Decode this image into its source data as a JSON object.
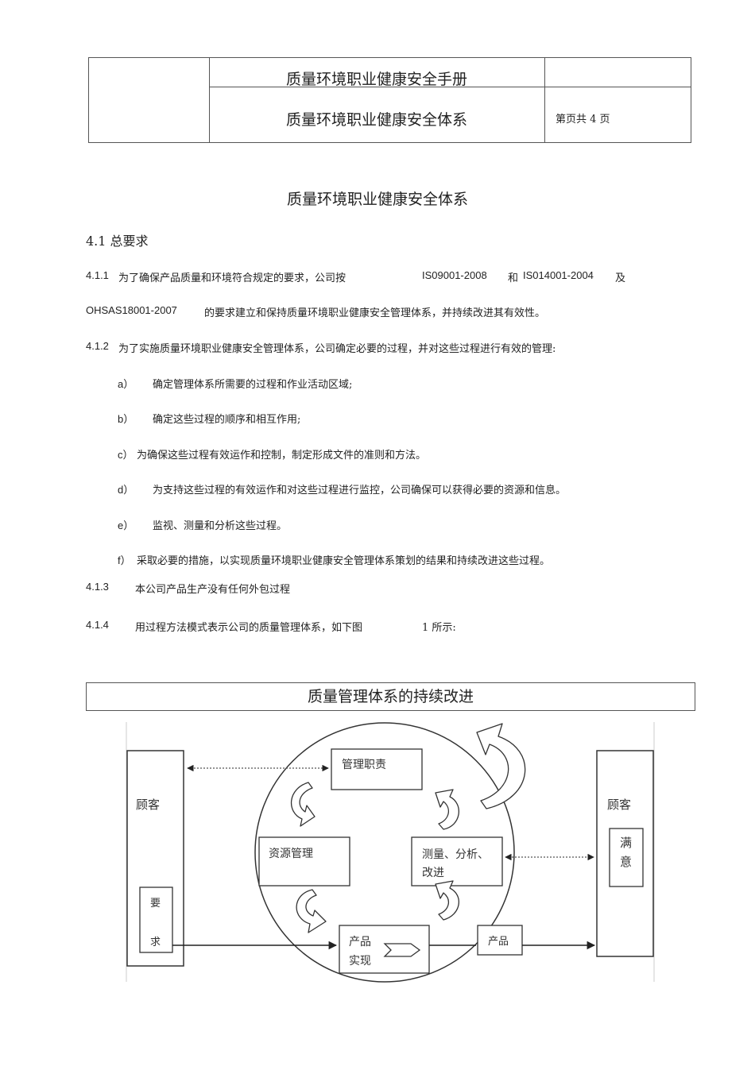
{
  "header": {
    "manual_title": "质量环境职业健康安全手册",
    "system_title": "质量环境职业健康安全体系",
    "page_info": "第页共  4 页"
  },
  "doc_title": "质量环境职业健康安全体系",
  "section_4_1": "4.1 总要求",
  "p_4_1_1": {
    "num": "4.1.1",
    "text_a": "为了确保产品质量和环境符合规定的要求，公司按",
    "std1": "IS09001-2008",
    "conj1": "和",
    "std2": "IS014001-2004",
    "conj2": "及",
    "std3": "OHSAS18001-2007",
    "text_b": "的要求建立和保持质量环境职业健康安全管理体系，并持续改进其有效性。"
  },
  "p_4_1_2": {
    "num": "4.1.2",
    "text": "为了实施质量环境职业健康安全管理体系，公司确定必要的过程，并对这些过程进行有效的管理:"
  },
  "list": [
    {
      "marker": "a）",
      "text": "确定管理体系所需要的过程和作业活动区域;"
    },
    {
      "marker": "b）",
      "text": "确定这些过程的顺序和相互作用;"
    },
    {
      "marker": "c）",
      "text": "为确保这些过程有效运作和控制，制定形成文件的准则和方法。"
    },
    {
      "marker": "d）",
      "text": "为支持这些过程的有效运作和对这些过程进行监控，公司确保可以获得必要的资源和信息。"
    },
    {
      "marker": "e）",
      "text": "监视、测量和分析这些过程。"
    },
    {
      "marker": "f）",
      "text": "采取必要的措施，以实现质量环境职业健康安全管理体系策划的结果和持续改进这些过程。"
    }
  ],
  "p_4_1_3": {
    "num": "4.1.3",
    "text": "本公司产品生产没有任何外包过程"
  },
  "p_4_1_4": {
    "num": "4.1.4",
    "text_a": "用过程方法模式表示公司的质量管理体系，如下图",
    "fig_ref": "1 所示:"
  },
  "diagram": {
    "title": "质量管理体系的持续改进",
    "customer_left": "顾客",
    "customer_right": "顾客",
    "requirement_1": "要",
    "requirement_2": "求",
    "satisfaction_1": "满",
    "satisfaction_2": "意",
    "mgmt_responsibility": "管理职责",
    "resource_mgmt": "资源管理",
    "measure_1": "测量、分析、",
    "measure_2": "改进",
    "product_realization_1": "产品",
    "product_realization_2": "实现",
    "product": "产品"
  }
}
